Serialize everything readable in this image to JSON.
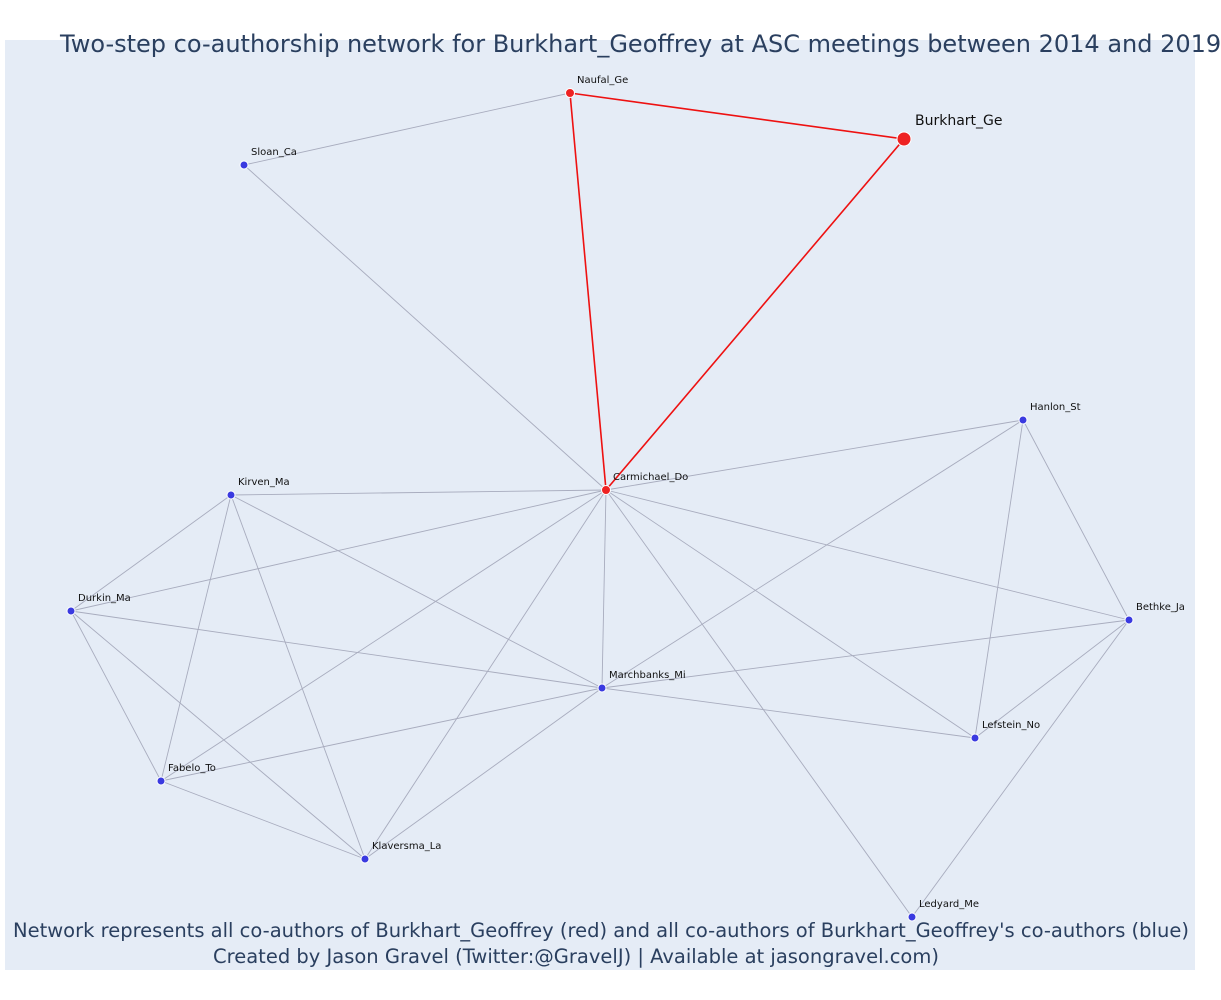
{
  "title": "Two-step co-authorship network for Burkhart_Geoffrey at ASC meetings between 2014 and 2019",
  "caption_line1": "Network represents all co-authors of Burkhart_Geoffrey (red) and all co-authors of Burkhart_Geoffrey's co-authors (blue)",
  "caption_line2": "Created by Jason Gravel (Twitter:@GravelJ) | Available at jasongravel.com)",
  "colors": {
    "background": "#e5ecf6",
    "first_step": "#ee2222",
    "second_step": "#3a3ae0",
    "edge_red": "#ee1111",
    "edge_gray": "#a8acbe",
    "text": "#2a3f5f"
  },
  "nodes": [
    {
      "id": "Burkhart_Ge",
      "label": "Burkhart_Ge",
      "group": "ego"
    },
    {
      "id": "Naufal_Ge",
      "label": "Naufal_Ge",
      "group": "first"
    },
    {
      "id": "Carmichael_Do",
      "label": "Carmichael_Do",
      "group": "first"
    },
    {
      "id": "Sloan_Ca",
      "label": "Sloan_Ca",
      "group": "second"
    },
    {
      "id": "Hanlon_St",
      "label": "Hanlon_St",
      "group": "second"
    },
    {
      "id": "Kirven_Ma",
      "label": "Kirven_Ma",
      "group": "second"
    },
    {
      "id": "Durkin_Ma",
      "label": "Durkin_Ma",
      "group": "second"
    },
    {
      "id": "Bethke_Ja",
      "label": "Bethke_Ja",
      "group": "second"
    },
    {
      "id": "Marchbanks_Mi",
      "label": "Marchbanks_Mi",
      "group": "second"
    },
    {
      "id": "Lefstein_No",
      "label": "Lefstein_No",
      "group": "second"
    },
    {
      "id": "Fabelo_To",
      "label": "Fabelo_To",
      "group": "second"
    },
    {
      "id": "Klaversma_La",
      "label": "Klaversma_La",
      "group": "second"
    },
    {
      "id": "Ledyard_Me",
      "label": "Ledyard_Me",
      "group": "second"
    }
  ],
  "edges": [
    {
      "source": "Burkhart_Ge",
      "target": "Naufal_Ge",
      "type": "red"
    },
    {
      "source": "Burkhart_Ge",
      "target": "Carmichael_Do",
      "type": "red"
    },
    {
      "source": "Naufal_Ge",
      "target": "Carmichael_Do",
      "type": "red"
    },
    {
      "source": "Naufal_Ge",
      "target": "Sloan_Ca",
      "type": "gray"
    },
    {
      "source": "Sloan_Ca",
      "target": "Carmichael_Do",
      "type": "gray"
    },
    {
      "source": "Carmichael_Do",
      "target": "Hanlon_St",
      "type": "gray"
    },
    {
      "source": "Carmichael_Do",
      "target": "Kirven_Ma",
      "type": "gray"
    },
    {
      "source": "Carmichael_Do",
      "target": "Durkin_Ma",
      "type": "gray"
    },
    {
      "source": "Carmichael_Do",
      "target": "Bethke_Ja",
      "type": "gray"
    },
    {
      "source": "Carmichael_Do",
      "target": "Marchbanks_Mi",
      "type": "gray"
    },
    {
      "source": "Carmichael_Do",
      "target": "Lefstein_No",
      "type": "gray"
    },
    {
      "source": "Carmichael_Do",
      "target": "Fabelo_To",
      "type": "gray"
    },
    {
      "source": "Carmichael_Do",
      "target": "Klaversma_La",
      "type": "gray"
    },
    {
      "source": "Carmichael_Do",
      "target": "Ledyard_Me",
      "type": "gray"
    },
    {
      "source": "Hanlon_St",
      "target": "Marchbanks_Mi",
      "type": "gray"
    },
    {
      "source": "Hanlon_St",
      "target": "Lefstein_No",
      "type": "gray"
    },
    {
      "source": "Hanlon_St",
      "target": "Bethke_Ja",
      "type": "gray"
    },
    {
      "source": "Bethke_Ja",
      "target": "Marchbanks_Mi",
      "type": "gray"
    },
    {
      "source": "Bethke_Ja",
      "target": "Lefstein_No",
      "type": "gray"
    },
    {
      "source": "Bethke_Ja",
      "target": "Ledyard_Me",
      "type": "gray"
    },
    {
      "source": "Marchbanks_Mi",
      "target": "Lefstein_No",
      "type": "gray"
    },
    {
      "source": "Marchbanks_Mi",
      "target": "Kirven_Ma",
      "type": "gray"
    },
    {
      "source": "Marchbanks_Mi",
      "target": "Durkin_Ma",
      "type": "gray"
    },
    {
      "source": "Marchbanks_Mi",
      "target": "Fabelo_To",
      "type": "gray"
    },
    {
      "source": "Marchbanks_Mi",
      "target": "Klaversma_La",
      "type": "gray"
    },
    {
      "source": "Kirven_Ma",
      "target": "Durkin_Ma",
      "type": "gray"
    },
    {
      "source": "Kirven_Ma",
      "target": "Fabelo_To",
      "type": "gray"
    },
    {
      "source": "Kirven_Ma",
      "target": "Klaversma_La",
      "type": "gray"
    },
    {
      "source": "Durkin_Ma",
      "target": "Fabelo_To",
      "type": "gray"
    },
    {
      "source": "Durkin_Ma",
      "target": "Klaversma_La",
      "type": "gray"
    },
    {
      "source": "Fabelo_To",
      "target": "Klaversma_La",
      "type": "gray"
    }
  ]
}
